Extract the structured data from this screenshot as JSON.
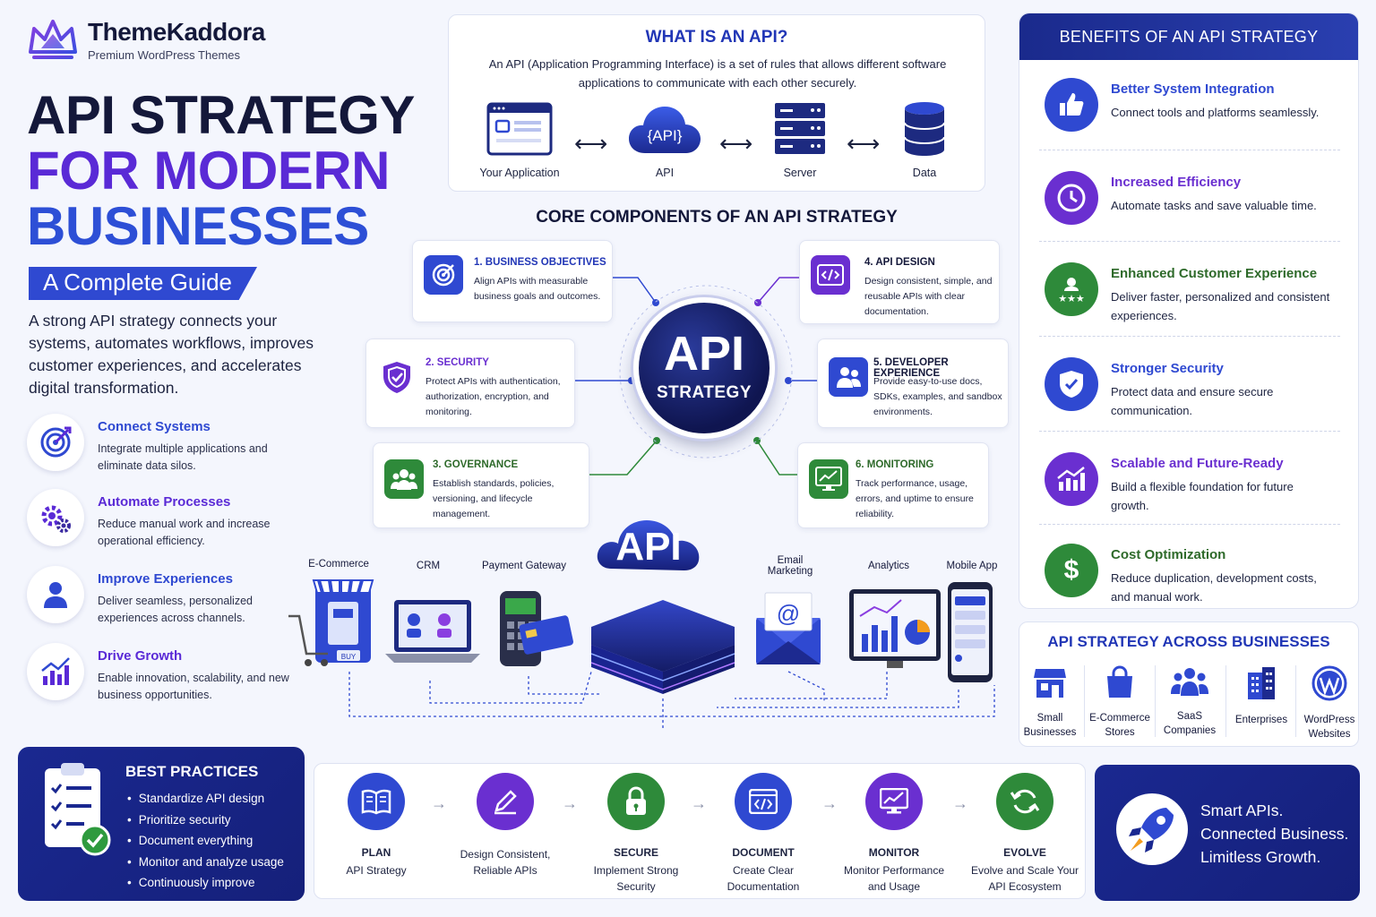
{
  "brand": {
    "name": "ThemeKaddora",
    "subtitle": "Premium WordPress Themes"
  },
  "hero": {
    "line1": "API STRATEGY",
    "line2": "FOR MODERN",
    "line3": "BUSINESSES",
    "badge": "A Complete Guide",
    "description": "A strong API strategy connects your systems, automates workflows, improves customer experiences, and accelerates digital transformation."
  },
  "left_features": [
    {
      "title": "Connect Systems",
      "text": "Integrate multiple applications and eliminate data silos.",
      "icon": "target-icon",
      "color": "#2f49d1"
    },
    {
      "title": "Automate Processes",
      "text": "Reduce manual work and increase operational efficiency.",
      "icon": "gears-icon",
      "color": "#5a2ad6"
    },
    {
      "title": "Improve Experiences",
      "text": "Deliver seamless, personalized experiences across channels.",
      "icon": "user-icon",
      "color": "#2f49d1"
    },
    {
      "title": "Drive Growth",
      "text": "Enable innovation, scalability, and new business opportunities.",
      "icon": "growth-chart-icon",
      "color": "#5a2ad6"
    }
  ],
  "what": {
    "title": "WHAT IS AN API?",
    "description": "An API (Application Programming Interface) is a set of rules that allows different software applications to communicate with each other securely.",
    "nodes": [
      "Your Application",
      "API",
      "Server",
      "Data"
    ],
    "api_label": "{API}"
  },
  "core": {
    "title": "CORE COMPONENTS OF AN API STRATEGY",
    "center_big": "API",
    "center_small": "STRATEGY",
    "components": [
      {
        "title": "1. BUSINESS OBJECTIVES",
        "text": "Align APIs with measurable business goals and outcomes."
      },
      {
        "title": "2. SECURITY",
        "text": "Protect APIs with authentication, authorization, encryption, and monitoring."
      },
      {
        "title": "3. GOVERNANCE",
        "text": "Establish standards, policies, versioning, and lifecycle management."
      },
      {
        "title": "4. API DESIGN",
        "text": "Design consistent, simple, and reusable APIs with clear documentation."
      },
      {
        "title": "5. DEVELOPER EXPERIENCE",
        "text": "Provide easy-to-use docs, SDKs, examples, and sandbox environments."
      },
      {
        "title": "6. MONITORING",
        "text": "Track performance, usage, errors, and uptime to ensure reliability."
      }
    ]
  },
  "ecosystem": {
    "hub_label": "API",
    "buy_label": "BUY",
    "labels": [
      "E-Commerce",
      "CRM",
      "Payment Gateway",
      "Email Marketing",
      "Analytics",
      "Mobile App"
    ]
  },
  "benefits": {
    "title": "BENEFITS OF AN API STRATEGY",
    "items": [
      {
        "title": "Better System Integration",
        "text": "Connect tools and platforms seamlessly.",
        "color": "#2f49d1"
      },
      {
        "title": "Increased Efficiency",
        "text": "Automate tasks and save valuable time.",
        "color": "#6a2fd0"
      },
      {
        "title": "Enhanced Customer Experience",
        "text": "Deliver faster, personalized and consistent experiences.",
        "color": "#2e8a3a"
      },
      {
        "title": "Stronger Security",
        "text": "Protect data and ensure secure communication.",
        "color": "#2f49d1"
      },
      {
        "title": "Scalable and Future-Ready",
        "text": "Build a flexible foundation for future growth.",
        "color": "#6a2fd0"
      },
      {
        "title": "Cost Optimization",
        "text": "Reduce duplication, development costs, and manual work.",
        "color": "#2e8a3a"
      }
    ]
  },
  "across": {
    "title": "API STRATEGY ACROSS BUSINESSES",
    "items": [
      {
        "label": "Small Businesses"
      },
      {
        "label": "E-Commerce Stores"
      },
      {
        "label": "SaaS Companies"
      },
      {
        "label": "Enterprises"
      },
      {
        "label": "WordPress Websites"
      }
    ]
  },
  "best_practices": {
    "title": "BEST PRACTICES",
    "items": [
      "Standardize API design",
      "Prioritize security",
      "Document everything",
      "Monitor and analyze usage",
      "Continuously improve"
    ]
  },
  "process": [
    {
      "title": "PLAN",
      "text": "API Strategy",
      "color": "#2f49d1"
    },
    {
      "title": "",
      "text": "Design Consistent, Reliable APIs",
      "color": "#6a2fd0"
    },
    {
      "title": "SECURE",
      "text": "Implement Strong Security",
      "color": "#2e8a3a"
    },
    {
      "title": "DOCUMENT",
      "text": "Create Clear Documentation",
      "color": "#2f49d1"
    },
    {
      "title": "MONITOR",
      "text": "Monitor Performance and Usage",
      "color": "#6a2fd0"
    },
    {
      "title": "EVOLVE",
      "text": "Evolve and Scale Your API Ecosystem",
      "color": "#2e8a3a"
    }
  ],
  "tagline": {
    "line1": "Smart APIs.",
    "line2": "Connected Business.",
    "line3": "Limitless Growth."
  }
}
